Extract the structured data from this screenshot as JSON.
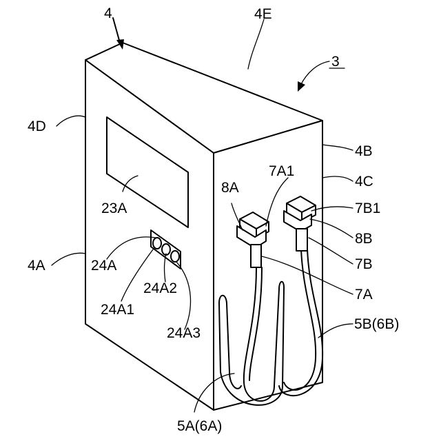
{
  "labels": {
    "l4": "4",
    "l4E": "4E",
    "l3": "3",
    "l4D": "4D",
    "l4B": "4B",
    "l7A1": "7A1",
    "l4C": "4C",
    "l8A": "8A",
    "l7B1": "7B1",
    "l23A": "23A",
    "l8B": "8B",
    "l4A": "4A",
    "l24A": "24A",
    "l7B": "7B",
    "l24A2": "24A2",
    "l7A": "7A",
    "l24A1": "24A1",
    "l5B": "5B(6B)",
    "l24A3": "24A3",
    "l5A": "5A(6A)"
  }
}
